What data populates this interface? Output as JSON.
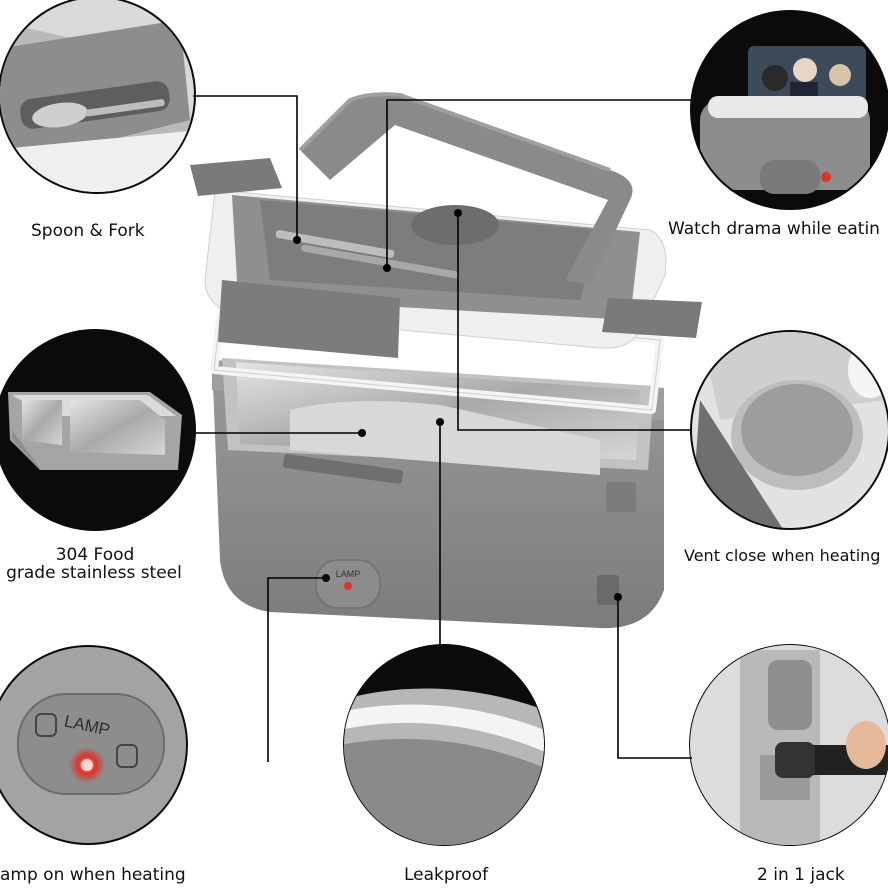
{
  "callouts": {
    "spoon_fork": "Spoon & Fork",
    "watch_drama": "Watch drama while eatin",
    "steel_line1": "304 Food",
    "steel_line2": "grade stainless steel",
    "vent": "Vent close when heating",
    "lamp": "amp on when heating",
    "leakproof": "Leakproof",
    "jack": "2 in 1 jack"
  },
  "device_labels": {
    "lamp_small": "LAMP",
    "lamp_large": "LAMP"
  },
  "colors": {
    "body_grey": "#8a8a8a",
    "dark_grey": "#6b6b6b",
    "seal_white": "#f2f2f2",
    "steel": "#c9c9c9",
    "circle_bg": "#0b0b0b",
    "lamp_red": "#e0312b",
    "leader_line": "#000000"
  }
}
